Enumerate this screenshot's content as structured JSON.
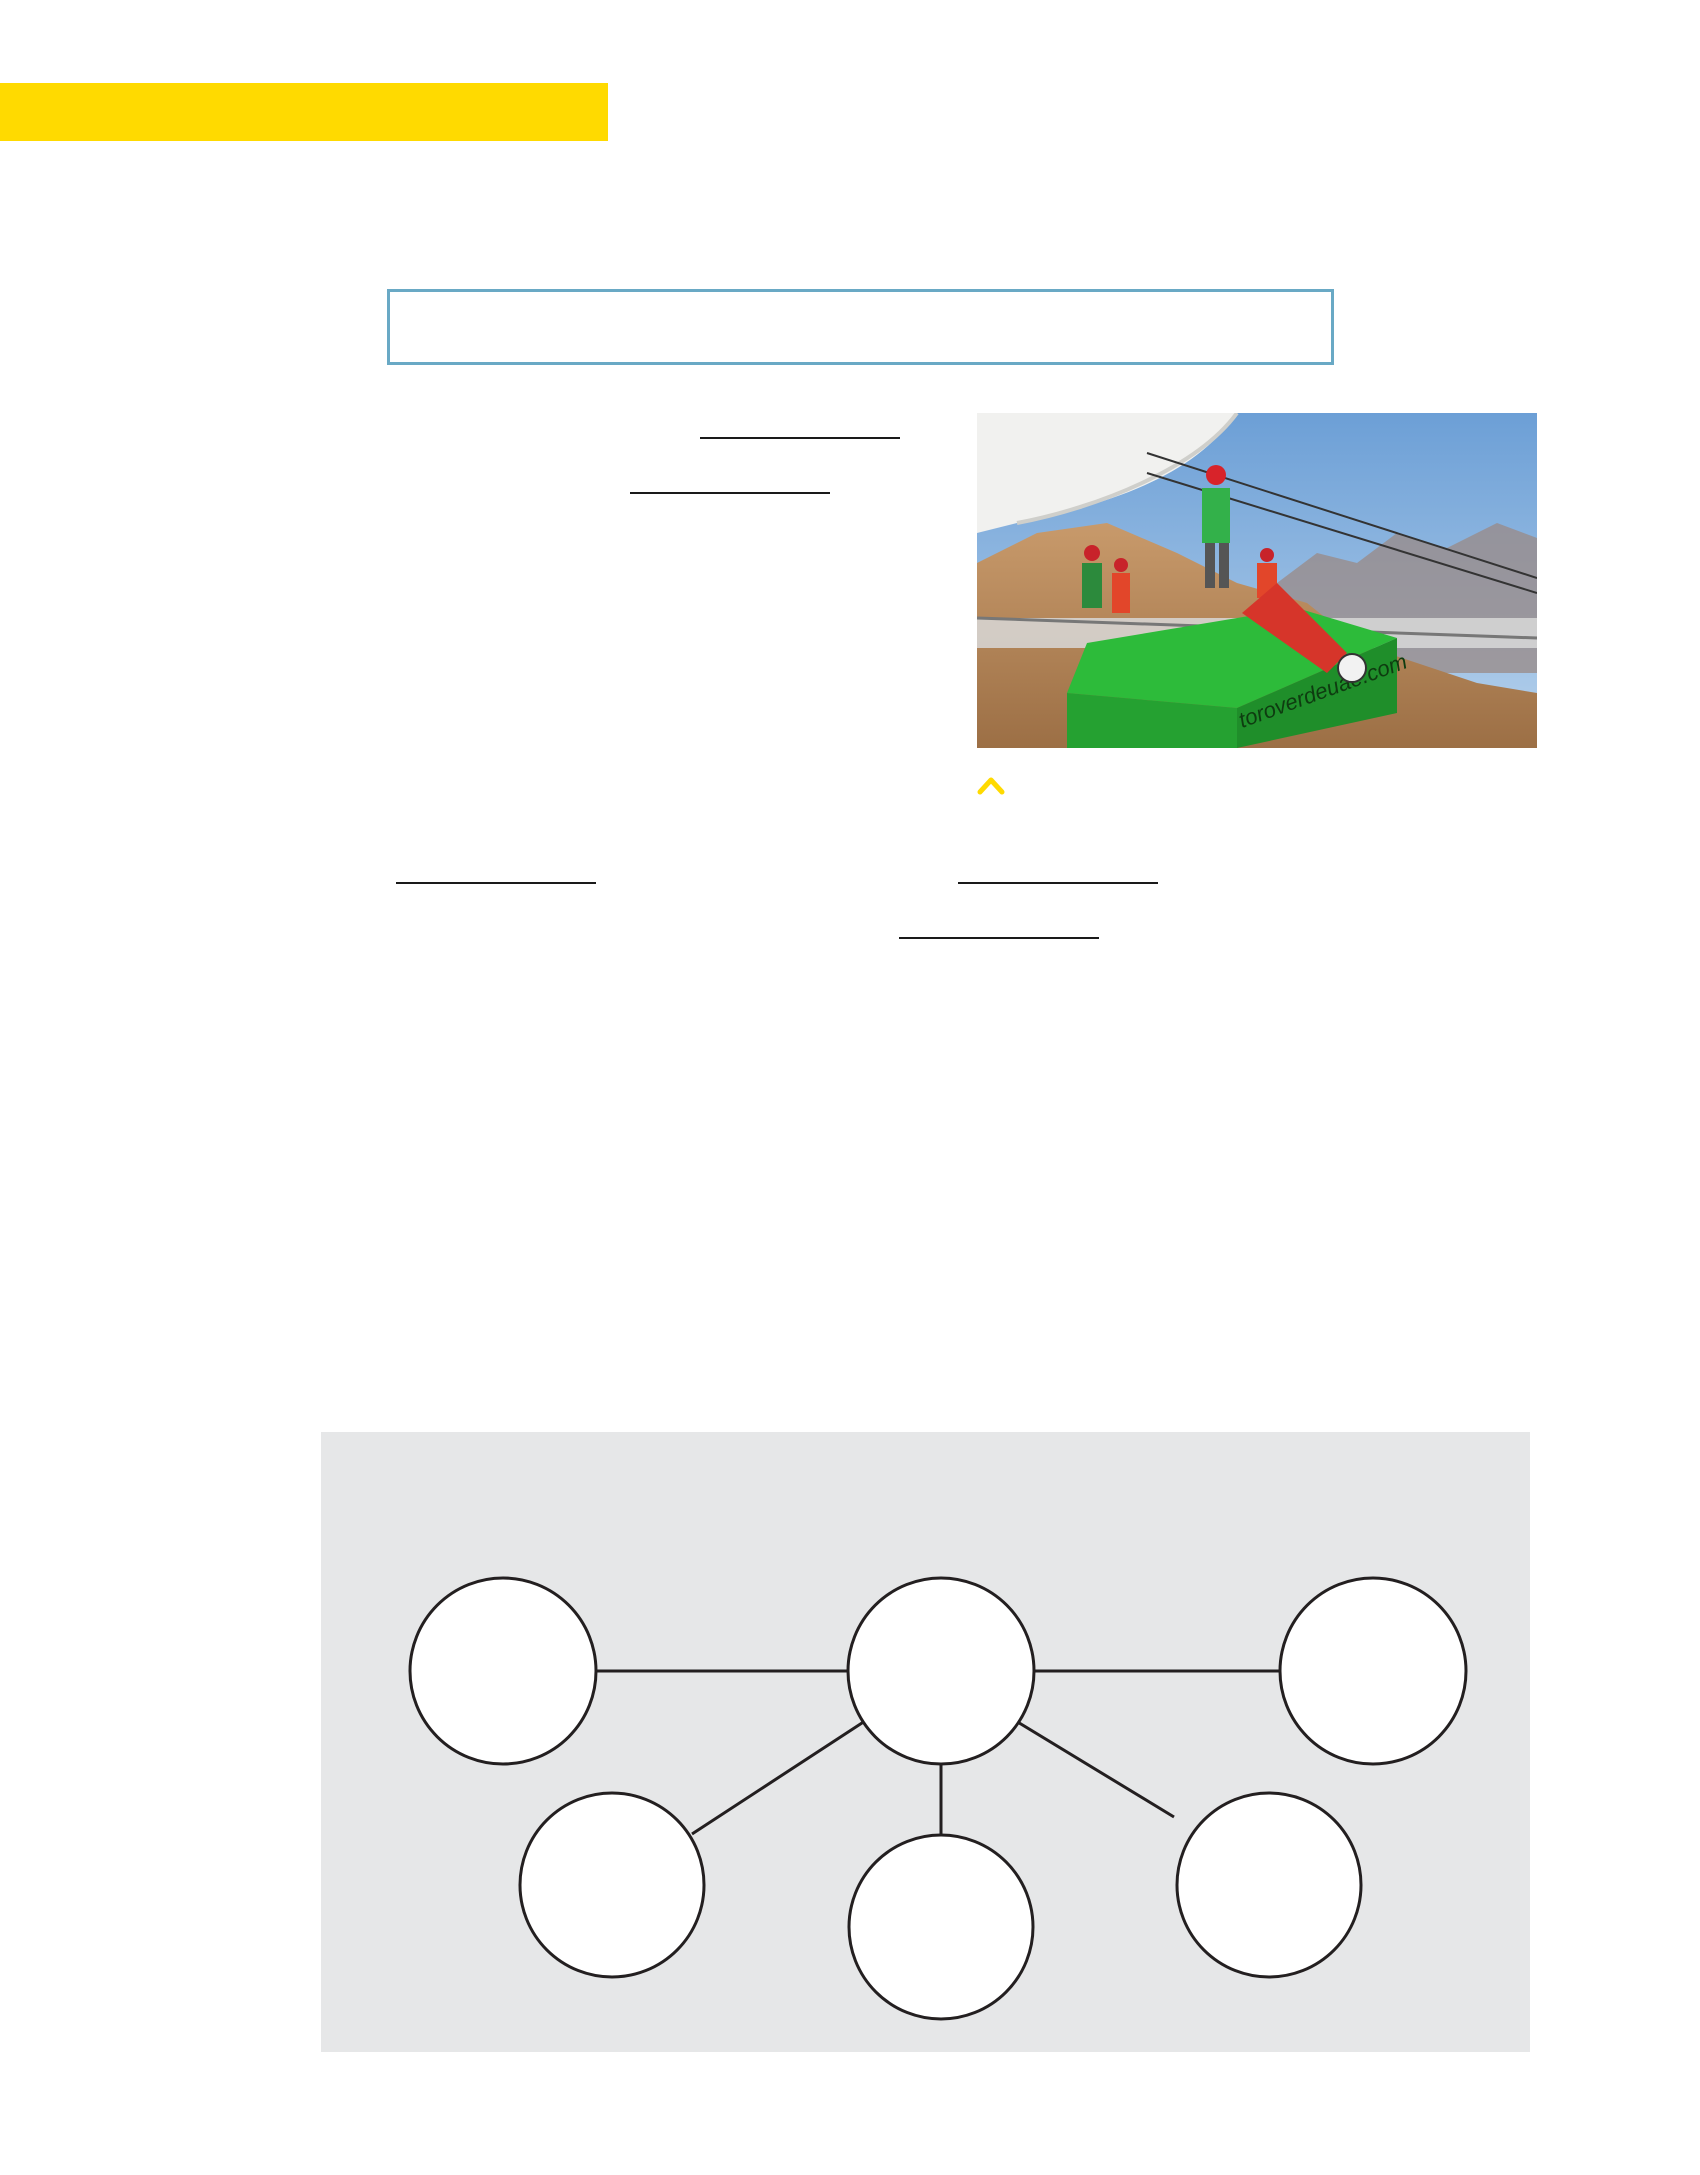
{
  "photo": {
    "icon": "zipline-photo",
    "sign_text": "toroverdeuae.com"
  },
  "caption_marker": {
    "icon": "caret-up-icon",
    "color": "#FFDA00"
  },
  "colors": {
    "accent_bar": "#FFDA00",
    "word_box_border": "#69A9C5",
    "web_panel_bg": "#E6E7E8"
  },
  "concept_web": {
    "nodes": [
      "top-left",
      "center",
      "top-right",
      "bottom-left",
      "bottom-center",
      "bottom-right"
    ]
  }
}
